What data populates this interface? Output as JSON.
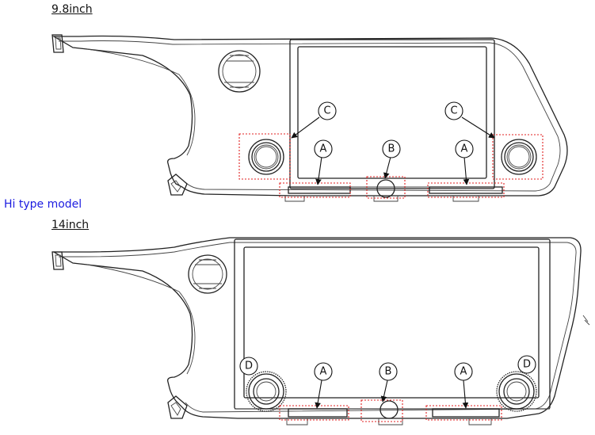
{
  "labels": {
    "top_size": "9.8inch",
    "model": "Hi type model",
    "bottom_size": "14inch"
  },
  "callouts": {
    "a": "A",
    "b": "B",
    "c": "C",
    "d": "D"
  },
  "colors": {
    "highlight": "#e02020",
    "model_label": "#1c1ce0",
    "line": "#222222"
  }
}
